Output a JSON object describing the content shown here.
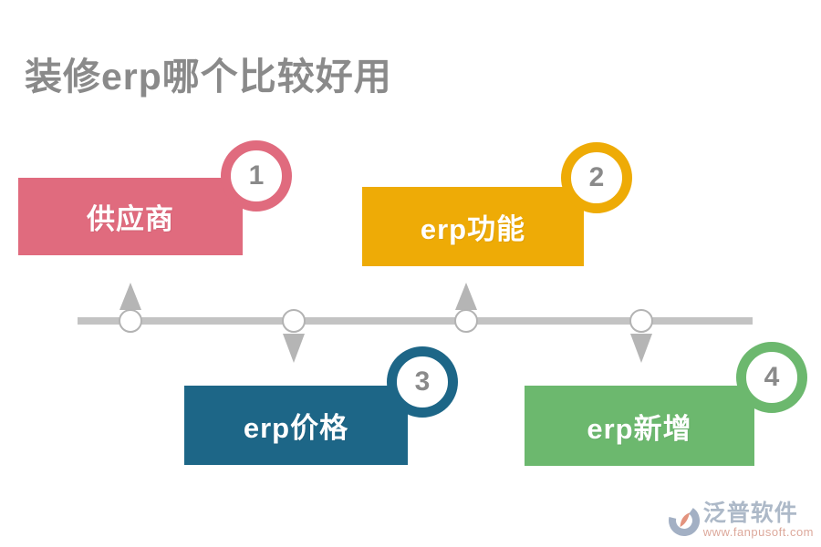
{
  "title": "装修erp哪个比较好用",
  "colors": {
    "title_text": "#8a8a8a",
    "timeline_bar": "#c3c3c3",
    "timeline_node_border": "#b3b3b3",
    "arrow": "#b5b5b5",
    "badge_number": "#8a8a8a",
    "box_label_text": "#ffffff"
  },
  "steps": [
    {
      "number": "1",
      "label": "供应商",
      "color": "#e06b7e",
      "side": "top"
    },
    {
      "number": "2",
      "label": "erp功能",
      "color": "#eeab06",
      "side": "top"
    },
    {
      "number": "3",
      "label": "erp价格",
      "color": "#1d6687",
      "side": "bottom"
    },
    {
      "number": "4",
      "label": "erp新增",
      "color": "#6cb86e",
      "side": "bottom"
    }
  ],
  "timeline": {
    "nodes": [
      {
        "arrow": "up"
      },
      {
        "arrow": "down"
      },
      {
        "arrow": "up"
      },
      {
        "arrow": "down"
      }
    ]
  },
  "logo": {
    "icon": "fanpu-logo-icon",
    "name": "泛普软件",
    "url": "www.fanpusoft.com"
  }
}
